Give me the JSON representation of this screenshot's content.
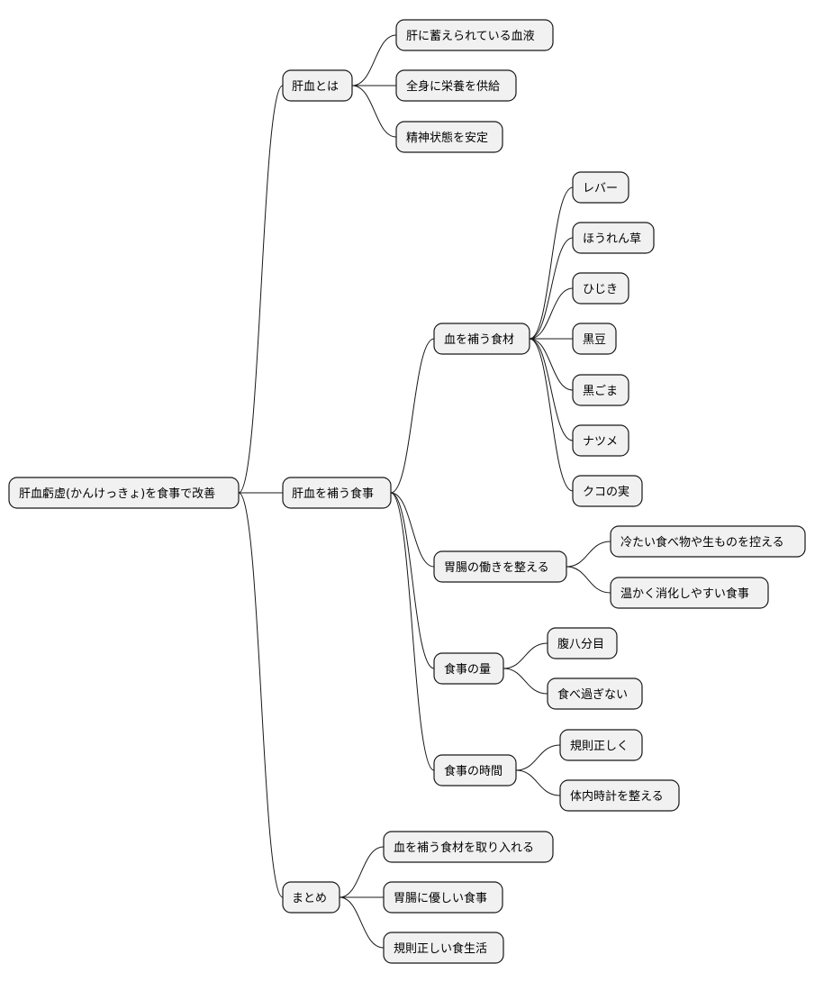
{
  "mindmap": {
    "root": "肝血虧虚(かんけっきょ)を食事で改善",
    "branches": [
      {
        "label": "肝血とは",
        "children": [
          {
            "label": "肝に蓄えられている血液",
            "children": []
          },
          {
            "label": "全身に栄養を供給",
            "children": []
          },
          {
            "label": "精神状態を安定",
            "children": []
          }
        ]
      },
      {
        "label": "肝血を補う食事",
        "children": [
          {
            "label": "血を補う食材",
            "children": [
              {
                "label": "レバー",
                "children": []
              },
              {
                "label": "ほうれん草",
                "children": []
              },
              {
                "label": "ひじき",
                "children": []
              },
              {
                "label": "黒豆",
                "children": []
              },
              {
                "label": "黒ごま",
                "children": []
              },
              {
                "label": "ナツメ",
                "children": []
              },
              {
                "label": "クコの実",
                "children": []
              }
            ]
          },
          {
            "label": "胃腸の働きを整える",
            "children": [
              {
                "label": "冷たい食べ物や生ものを控える",
                "children": []
              },
              {
                "label": "温かく消化しやすい食事",
                "children": []
              }
            ]
          },
          {
            "label": "食事の量",
            "children": [
              {
                "label": "腹八分目",
                "children": []
              },
              {
                "label": "食べ過ぎない",
                "children": []
              }
            ]
          },
          {
            "label": "食事の時間",
            "children": [
              {
                "label": "規則正しく",
                "children": []
              },
              {
                "label": "体内時計を整える",
                "children": []
              }
            ]
          }
        ]
      },
      {
        "label": "まとめ",
        "children": [
          {
            "label": "血を補う食材を取り入れる",
            "children": []
          },
          {
            "label": "胃腸に優しい食事",
            "children": []
          },
          {
            "label": "規則正しい食生活",
            "children": []
          }
        ]
      }
    ]
  }
}
